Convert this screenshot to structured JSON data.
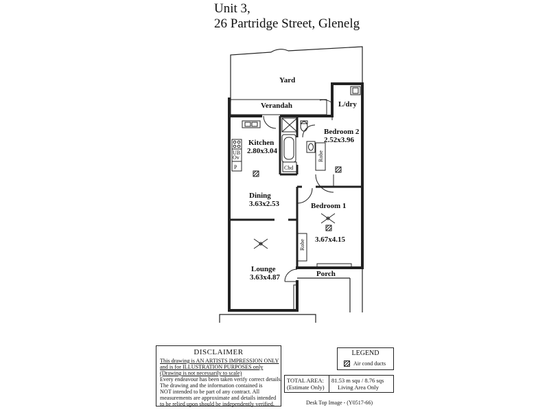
{
  "header": {
    "line1": "Unit 3,",
    "line2": "26 Partridge Street, Glenelg"
  },
  "rooms": {
    "yard": "Yard",
    "verandah": "Verandah",
    "laundry": "L/dry",
    "kitchen": {
      "name": "Kitchen",
      "size": "2.80x3.04"
    },
    "bedroom2": {
      "name": "Bedroom 2",
      "size": "2.52x3.96"
    },
    "dining": {
      "name": "Dining",
      "size": "3.63x2.53"
    },
    "bedroom1": {
      "name": "Bedroom 1",
      "size": "3.67x4.15"
    },
    "lounge": {
      "name": "Lounge",
      "size": "3.63x4.87"
    },
    "porch": "Porch",
    "robe1": "Robe",
    "robe2": "Robe",
    "cupboard": "Cbd",
    "ub": "UB",
    "ov": "Ov",
    "pantry": "P"
  },
  "disclaimer": {
    "title": "DISCLAIMER",
    "lines": [
      "This drawing is AN ARTISTS IMPRESSION ONLY",
      "and is for ILLUSTRATION PURPOSES only",
      "(Drawing is not necessarily to scale)",
      "Every endeavour has been taken verify correct details.",
      "The drawing and the information contained is",
      "NOT intended to be part of any contract.  All",
      "measurements are approximate and details intended",
      "to be relied upon should be independently verified."
    ]
  },
  "legend": {
    "title": "LEGEND",
    "item": "Air cond ducts"
  },
  "area": {
    "label1": "TOTAL AREA:",
    "label2": "(Estimate Only)",
    "value": "81.53 m squ  /  8.76 sqs",
    "note": "Living Area Only"
  },
  "footer": "Desk Top Image - (Y0517-66)"
}
